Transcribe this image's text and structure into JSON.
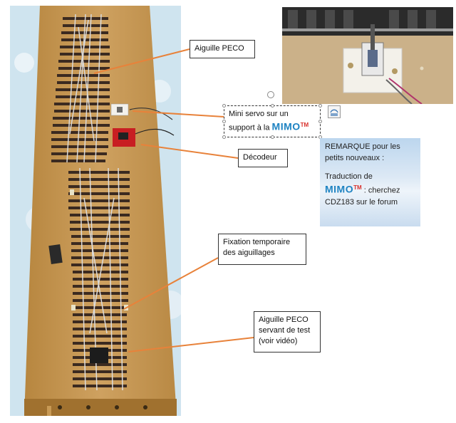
{
  "callouts": {
    "aiguille_peco": "Aiguille PECO",
    "servo_line1": "Mini servo sur un",
    "servo_line2_prefix": "support à la ",
    "mimo": "MIMO",
    "tm": "TM",
    "decodeur": "Décodeur",
    "fixation_line1": "Fixation temporaire",
    "fixation_line2": "des aiguillages",
    "test_line1": "Aiguille PECO",
    "test_line2": "servant de test",
    "test_line3": "(voir vidéo)"
  },
  "note": {
    "line1": "REMARQUE pour les",
    "line2": "petits nouveaux :",
    "line3": "Traduction de",
    "mimo": "MIMO",
    "tm": "TM",
    "line4_suffix": " : cherchez",
    "line5": "CDZ183 sur le forum"
  },
  "colors": {
    "arrow": "#e8823a",
    "mimo": "#1e83c2",
    "tm": "#d8302b",
    "board": "#c79a55",
    "sky": "#cfe4ef"
  },
  "icons": {
    "rotate": "rotate-handle-icon",
    "layout": "layout-options-icon"
  }
}
